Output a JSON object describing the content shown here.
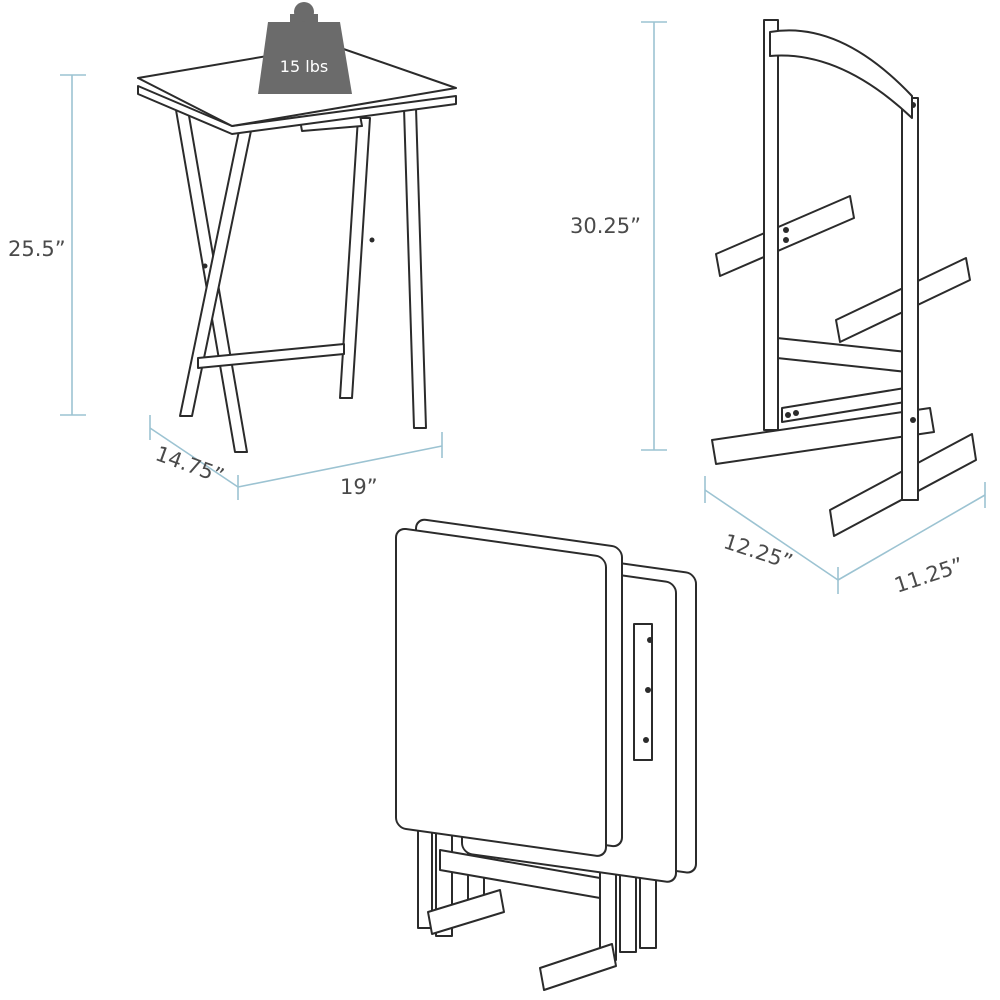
{
  "weight": {
    "label": "15 lbs",
    "color": "#6b6b6b"
  },
  "dimensions": {
    "table_height": "25.5”",
    "table_depth": "14.75”",
    "table_width": "19”",
    "stand_height": "30.25”",
    "stand_depth": "12.25”",
    "stand_width": "11.25”"
  },
  "colors": {
    "dimension_line": "#9cc3d2",
    "outline": "#2b2b2b",
    "text": "#4a4a4a"
  }
}
